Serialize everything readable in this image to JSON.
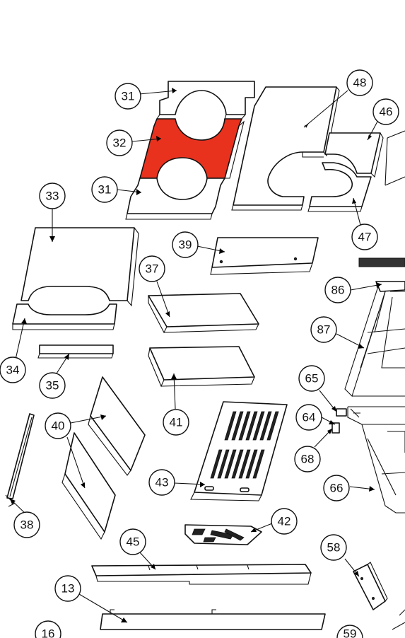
{
  "callouts": {
    "c31a": "31",
    "c32": "32",
    "c31b": "31",
    "c48": "48",
    "c46": "46",
    "c47": "47",
    "c33": "33",
    "c34": "34",
    "c35": "35",
    "c39": "39",
    "c37": "37",
    "c41": "41",
    "c86": "86",
    "c87": "87",
    "c65": "65",
    "c64": "64",
    "c68": "68",
    "c66": "66",
    "c40": "40",
    "c38": "38",
    "c43": "43",
    "c42": "42",
    "c45": "45",
    "c58": "58",
    "c13": "13",
    "c16": "16",
    "c59": "59"
  },
  "highlight_color": "#e8321e",
  "line_color": "#111111"
}
